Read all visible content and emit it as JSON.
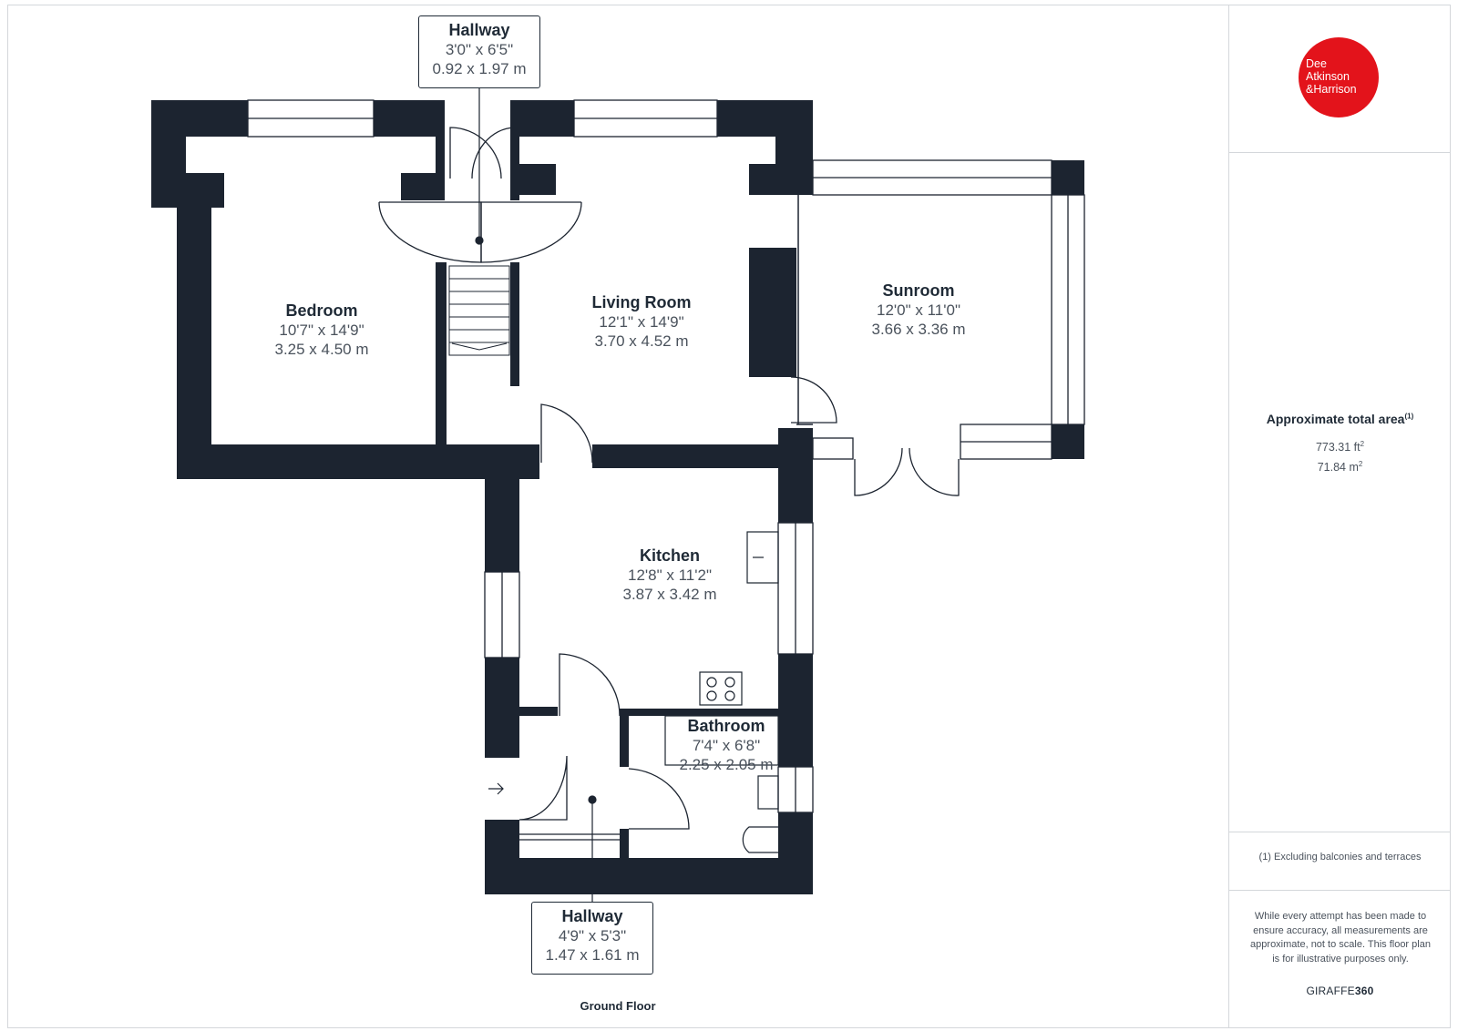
{
  "brand": {
    "logo_line1": "Dee",
    "logo_line2": "Atkinson",
    "logo_line3": "&Harrison",
    "accent_color": "#e3131b",
    "wall_color": "#1c2430"
  },
  "summary": {
    "area_title": "Approximate total area",
    "area_footnote_mark": "(1)",
    "area_ft": "773.31 ft",
    "area_m": "71.84 m",
    "sq_mark": "2",
    "footnote": "(1) Excluding balconies and terraces",
    "disclaimer": "While every attempt has been made to ensure accuracy, all measurements are approximate, not to scale. This floor plan is for illustrative purposes only.",
    "provider_a": "GIRAFFE",
    "provider_b": "360"
  },
  "floor": {
    "label": "Ground Floor"
  },
  "rooms": {
    "hallway_top": {
      "name": "Hallway",
      "imperial": "3'0\" x 6'5\"",
      "metric": "0.92 x 1.97 m"
    },
    "bedroom": {
      "name": "Bedroom",
      "imperial": "10'7\" x 14'9\"",
      "metric": "3.25 x 4.50 m"
    },
    "living_room": {
      "name": "Living Room",
      "imperial": "12'1\" x 14'9\"",
      "metric": "3.70 x 4.52 m"
    },
    "sunroom": {
      "name": "Sunroom",
      "imperial": "12'0\" x 11'0\"",
      "metric": "3.66 x 3.36 m"
    },
    "kitchen": {
      "name": "Kitchen",
      "imperial": "12'8\" x 11'2\"",
      "metric": "3.87 x 3.42 m"
    },
    "bathroom": {
      "name": "Bathroom",
      "imperial": "7'4\" x 6'8\"",
      "metric": "2.25 x 2.05 m"
    },
    "hallway_bottom": {
      "name": "Hallway",
      "imperial": "4'9\" x 5'3\"",
      "metric": "1.47 x 1.61 m"
    }
  }
}
